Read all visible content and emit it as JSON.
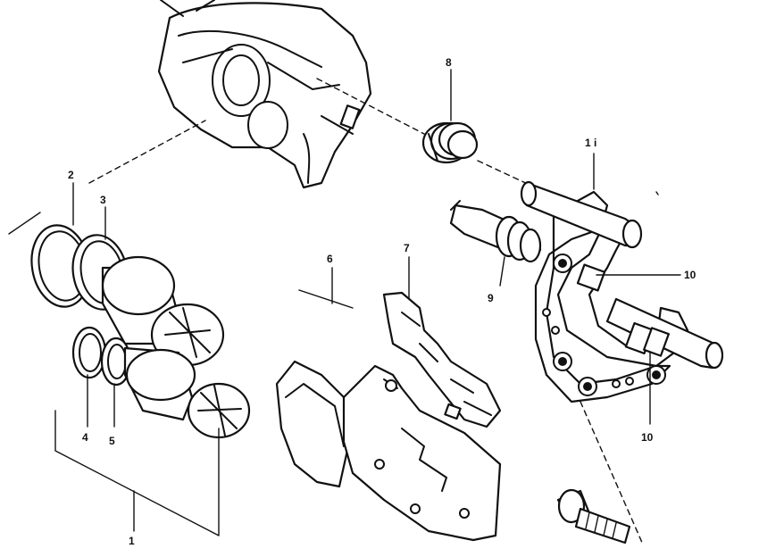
{
  "callouts": {
    "c1": "1",
    "c2": "2",
    "c3": "3",
    "c4": "4",
    "c5": "5",
    "c6": "6",
    "c7": "7",
    "c8": "8",
    "c9": "9",
    "c10a": "10",
    "c10b": "10",
    "c11": "1 i"
  }
}
